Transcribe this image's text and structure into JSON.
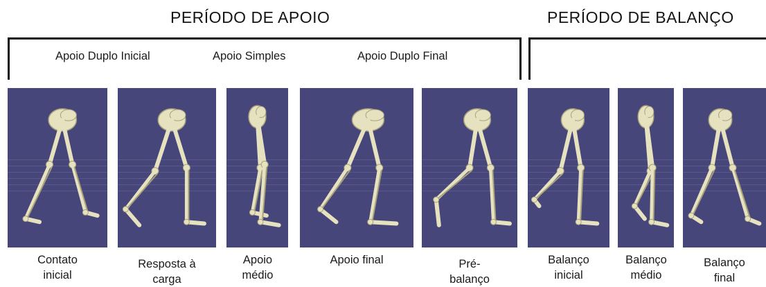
{
  "header": {
    "stance_period": "PERÍODO DE APOIO",
    "swing_period": "PERÍODO DE BALANÇO",
    "sub_phases": [
      "Apoio Duplo Inicial",
      "Apoio Simples",
      "Apoio Duplo Final"
    ]
  },
  "colors": {
    "panel_background": "#46467a",
    "bone": "#e6e2c0",
    "bone_shadow": "#a8a27c",
    "grid": "#8e8eb8"
  },
  "phases": [
    {
      "line1": "Contato",
      "line2": "inicial",
      "pose": "heel-strike"
    },
    {
      "line1": "Resposta à",
      "line2": "carga",
      "pose": "loading-response"
    },
    {
      "line1": "Apoio",
      "line2": "médio",
      "pose": "mid-stance"
    },
    {
      "line1": "Apoio final",
      "line2": "",
      "pose": "terminal-stance"
    },
    {
      "line1": "Pré-",
      "line2": "balanço",
      "pose": "pre-swing"
    },
    {
      "line1": "Balanço",
      "line2": "inicial",
      "pose": "initial-swing"
    },
    {
      "line1": "Balanço",
      "line2": "médio",
      "pose": "mid-swing"
    },
    {
      "line1": "Balanço",
      "line2": "final",
      "pose": "terminal-swing"
    }
  ]
}
